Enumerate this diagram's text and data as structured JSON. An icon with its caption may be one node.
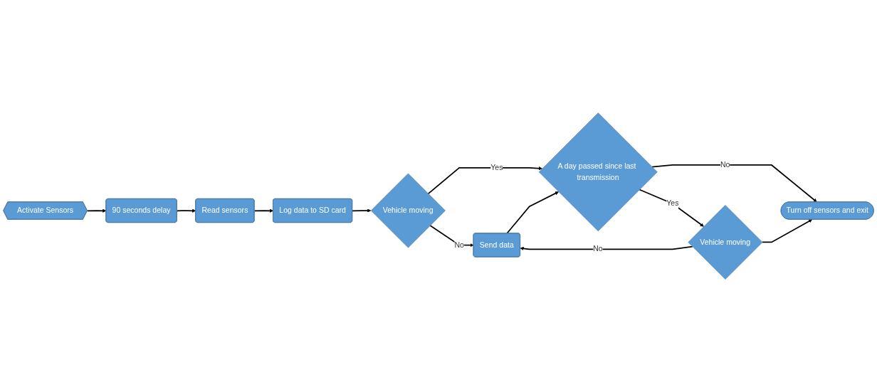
{
  "diagram": {
    "nodes": [
      {
        "text": [
          "Activate Sensors"
        ]
      },
      {
        "text": [
          "90 seconds delay"
        ]
      },
      {
        "text": [
          "Read sensors"
        ]
      },
      {
        "text": [
          "Log data to SD card"
        ]
      },
      {
        "text": [
          "Vehicle moving"
        ]
      },
      {
        "text": [
          "Send data"
        ]
      },
      {
        "text": [
          "A day passed since last transmission"
        ]
      },
      {
        "text": [
          "Vehicle moving"
        ]
      },
      {
        "text": [
          "Turn off sensors and exit"
        ]
      }
    ],
    "edges": [
      {
        "from": 0,
        "to": 1,
        "arrow": "to"
      },
      {
        "from": 1,
        "to": 2,
        "arrow": "to"
      },
      {
        "from": 2,
        "to": 3,
        "arrow": "to"
      },
      {
        "from": 3,
        "to": 4,
        "arrow": "to"
      },
      {
        "from": 4,
        "to": 5,
        "label": "No",
        "arrow": "to"
      },
      {
        "from": 4,
        "to": 6,
        "label": "Yes",
        "arrow": "to"
      },
      {
        "from": 5,
        "to": 6,
        "arrow": "to"
      },
      {
        "from": 6,
        "to": 7,
        "label": "Yes",
        "arrow": "to"
      },
      {
        "from": 6,
        "to": 8,
        "label": "No",
        "arrow": "to"
      },
      {
        "from": 7,
        "to": 5,
        "label": "No",
        "arrow": "to"
      },
      {
        "from": 7,
        "to": 8,
        "arrow": "to"
      }
    ]
  }
}
